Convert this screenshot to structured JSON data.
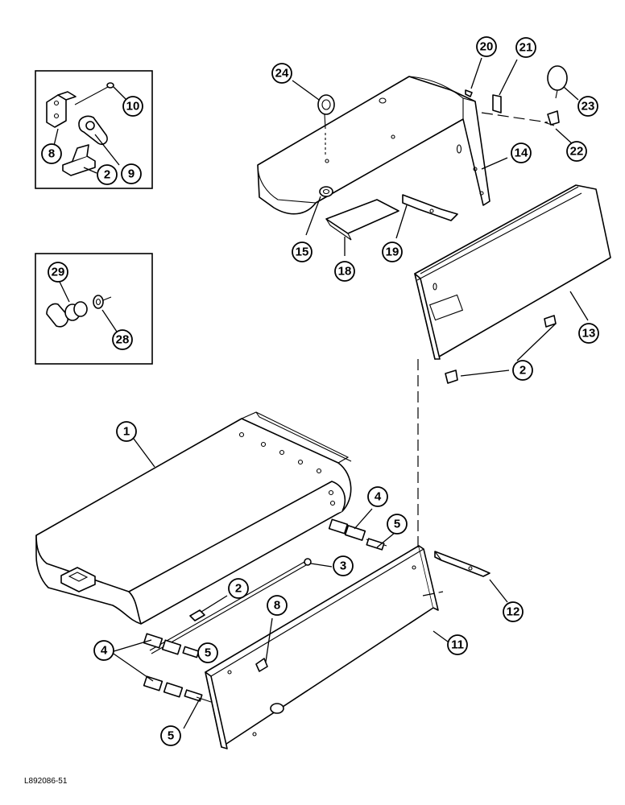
{
  "drawing_code": "L892086-51",
  "callouts": [
    {
      "label": "1"
    },
    {
      "label": "2"
    },
    {
      "label": "3"
    },
    {
      "label": "4"
    },
    {
      "label": "5"
    },
    {
      "label": "8"
    },
    {
      "label": "11"
    },
    {
      "label": "12"
    },
    {
      "label": "4"
    },
    {
      "label": "5"
    },
    {
      "label": "5"
    },
    {
      "label": "2"
    },
    {
      "label": "13"
    },
    {
      "label": "14"
    },
    {
      "label": "15"
    },
    {
      "label": "18"
    },
    {
      "label": "19"
    },
    {
      "label": "20"
    },
    {
      "label": "21"
    },
    {
      "label": "22"
    },
    {
      "label": "23"
    },
    {
      "label": "24"
    },
    {
      "label": "10"
    },
    {
      "label": "8"
    },
    {
      "label": "2"
    },
    {
      "label": "9"
    },
    {
      "label": "29"
    },
    {
      "label": "28"
    }
  ]
}
